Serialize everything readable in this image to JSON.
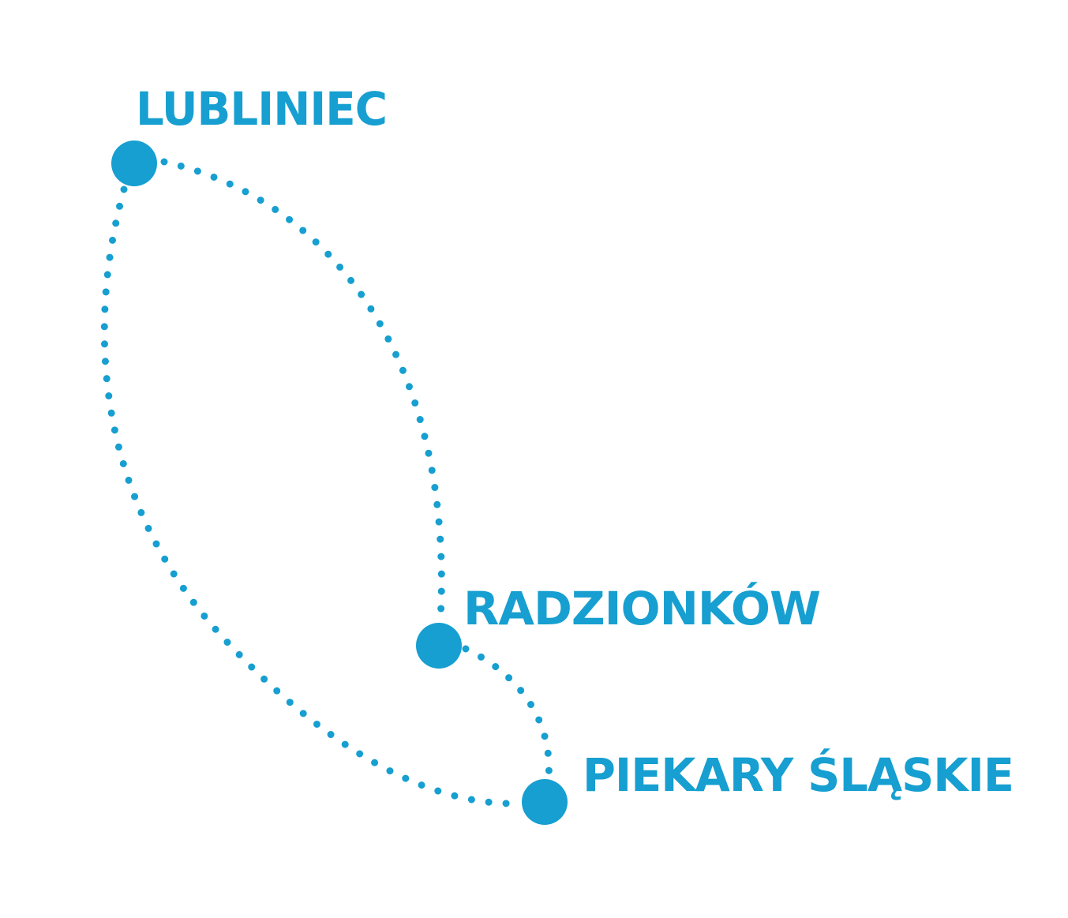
{
  "colors": {
    "accent": "#169fd0",
    "background": "#ffffff"
  },
  "cities": [
    {
      "id": "lubliniec",
      "label": "LUBLINIEC"
    },
    {
      "id": "radzionkow",
      "label": "RADZIONKÓW"
    },
    {
      "id": "piekary",
      "label": "PIEKARY ŚLĄSKIE"
    }
  ]
}
